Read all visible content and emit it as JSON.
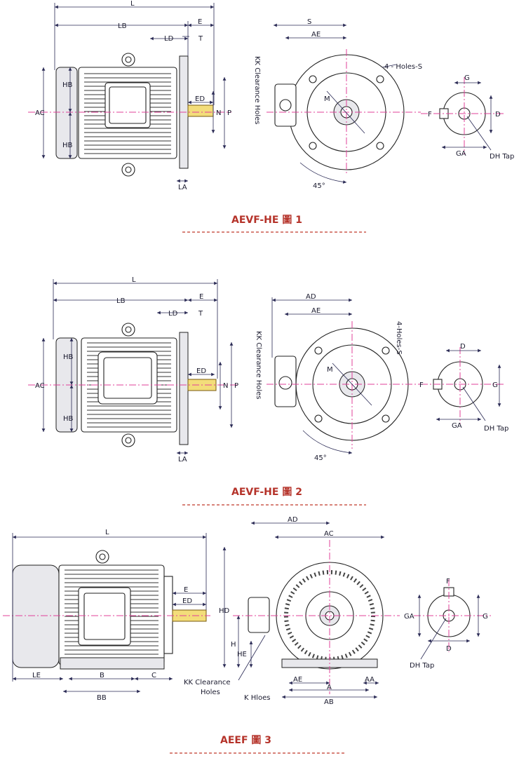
{
  "figures": [
    {
      "caption": "AEVF-HE 圖 1",
      "labels": {
        "L": "L",
        "LB": "LB",
        "E": "E",
        "LD": "LD",
        "T": "T",
        "HB_top": "HB",
        "HB_bot": "HB",
        "AC": "AC",
        "ED": "ED",
        "N": "N",
        "P": "P",
        "LA": "LA",
        "S_dim": "S",
        "AE": "AE",
        "KK": "KK Clearance Holes",
        "holes": "4 - Holes-S",
        "M": "M",
        "angle": "45°",
        "G": "G",
        "F": "F",
        "D": "D",
        "GA": "GA",
        "DH": "DH Tap"
      }
    },
    {
      "caption": "AEVF-HE 圖 2",
      "labels": {
        "L": "L",
        "LB": "LB",
        "E": "E",
        "LD": "LD",
        "T": "T",
        "HB_top": "HB",
        "HB_bot": "HB",
        "AC": "AC",
        "ED": "ED",
        "N": "N",
        "P": "P",
        "LA": "LA",
        "AD": "AD",
        "AE": "AE",
        "KK": "KK Clearance Holes",
        "holes": "4-Holes-S",
        "M": "M",
        "angle": "45°",
        "D": "D",
        "F": "F",
        "G": "G",
        "GA": "GA",
        "DH": "DH Tap"
      }
    },
    {
      "caption": "AEEF 圖 3",
      "labels": {
        "L": "L",
        "E": "E",
        "ED": "ED",
        "LE": "LE",
        "B": "B",
        "C": "C",
        "BB": "BB",
        "AD": "AD",
        "AC": "AC",
        "HD": "HD",
        "H": "H",
        "HE": "HE",
        "KK1": "KK Clearance",
        "KK2": "Holes",
        "K": "K Hloes",
        "AE": "AE",
        "A": "A",
        "AB": "AB",
        "AA": "AA",
        "F": "F",
        "GA": "GA",
        "G": "G",
        "D": "D",
        "DH": "DH Tap"
      }
    }
  ],
  "colors": {
    "caption": "#b5332a",
    "centerline": "#e0409a",
    "dimension": "#2a2a55",
    "shaft": "#f3dd7a"
  }
}
